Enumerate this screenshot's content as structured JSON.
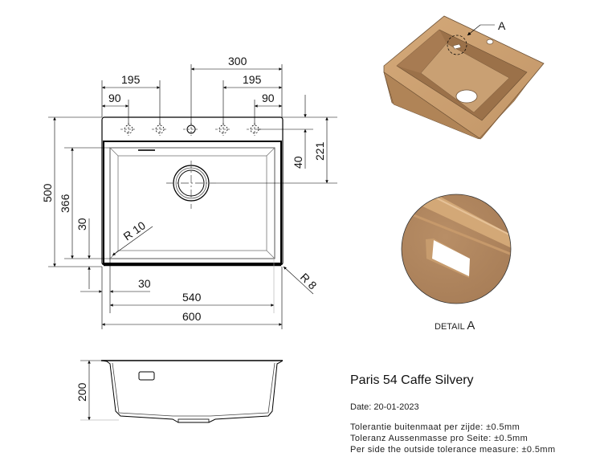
{
  "product": {
    "title": "Paris 54 Caffe Silvery",
    "date": "Date: 20-01-2023",
    "tolerances": [
      "Tolerantie buitenmaat per zijde: ±0.5mm",
      "Toleranz Aussenmasse pro Seite: ±0.5mm",
      "Per side the outside tolerance measure: ±0.5mm"
    ]
  },
  "top_view": {
    "dimensions": {
      "top_300": "300",
      "top_195_left": "195",
      "top_195_right": "195",
      "top_90_left": "90",
      "top_90_right": "90",
      "right_40": "40",
      "right_221": "221",
      "left_500": "500",
      "left_366": "366",
      "left_30": "30",
      "radius_inner": "R 10",
      "radius_outer": "R 8",
      "bottom_30": "30",
      "bottom_540": "540",
      "bottom_600": "600"
    },
    "tap_holes": 5
  },
  "side_view": {
    "dimensions": {
      "height_200": "200"
    }
  },
  "iso_view": {
    "callout": "A",
    "color": "#c49a6c"
  },
  "detail": {
    "label_prefix": "DETAIL",
    "label_letter": "A"
  }
}
